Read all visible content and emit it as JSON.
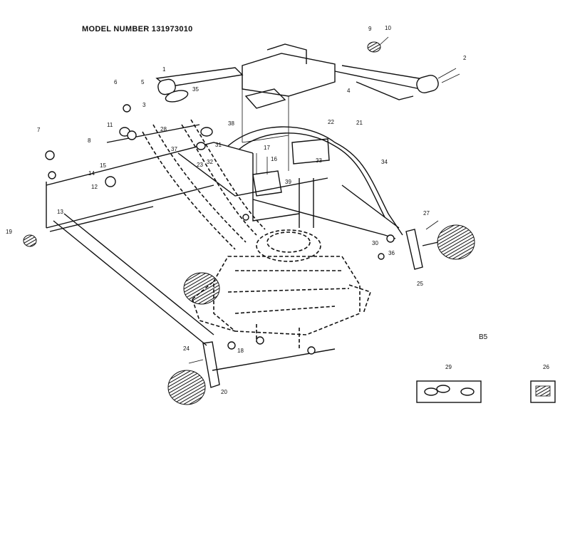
{
  "title": "MODEL NUMBER 131973010",
  "code": "B5",
  "callouts": [
    {
      "text": "1"
    },
    {
      "text": "2"
    },
    {
      "text": "3"
    },
    {
      "text": "4"
    },
    {
      "text": "5"
    },
    {
      "text": "6"
    },
    {
      "text": "7"
    },
    {
      "text": "8"
    },
    {
      "text": "9"
    },
    {
      "text": "10"
    },
    {
      "text": "11"
    },
    {
      "text": "12"
    },
    {
      "text": "13"
    },
    {
      "text": "14"
    },
    {
      "text": "15"
    },
    {
      "text": "16"
    },
    {
      "text": "17"
    },
    {
      "text": "18"
    },
    {
      "text": "19"
    },
    {
      "text": "20"
    },
    {
      "text": "21"
    },
    {
      "text": "22"
    },
    {
      "text": "23"
    },
    {
      "text": "24"
    },
    {
      "text": "25"
    },
    {
      "text": "26"
    },
    {
      "text": "27"
    },
    {
      "text": "28"
    },
    {
      "text": "29"
    },
    {
      "text": "30"
    },
    {
      "text": "31"
    },
    {
      "text": "32"
    },
    {
      "text": "33"
    },
    {
      "text": "34"
    },
    {
      "text": "35"
    },
    {
      "text": "36"
    },
    {
      "text": "37"
    },
    {
      "text": "38"
    },
    {
      "text": "39"
    }
  ]
}
